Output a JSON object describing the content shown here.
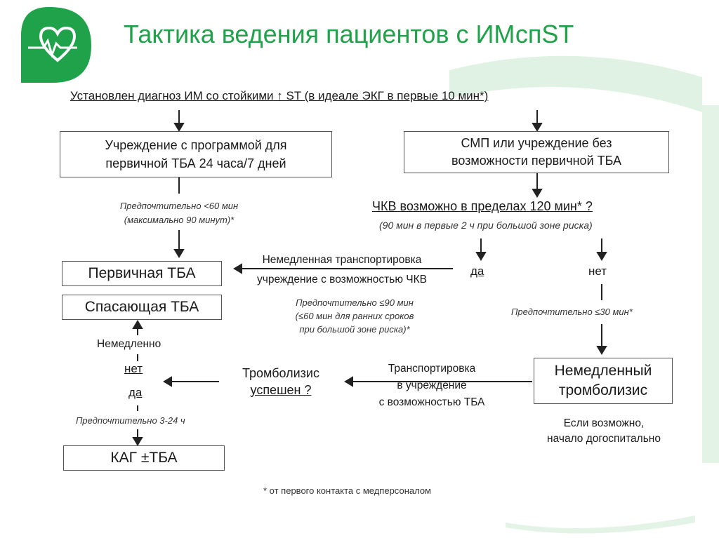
{
  "slide": {
    "title": "Тактика ведения пациентов с ИМспST",
    "logo_icon": "heart-pulse-icon",
    "accent_color": "#1fa24a"
  },
  "diagram": {
    "top_line": "Установлен диагноз ИМ со стойкими ↑ ST (в идеале ЭКГ в первые 10 мин*)",
    "box_primary_center": [
      "Учреждение с программой для",
      "первичной ТБА 24 часа/7 дней"
    ],
    "box_smp": [
      "СМП или учреждение без",
      "возможности первичной ТБА"
    ],
    "pref_60": [
      "Предпочтительно <60 мин",
      "(максимально 90 минут)*"
    ],
    "chkv_question": "ЧКВ возможно в пределах 120 мин* ?",
    "chkv_note": "(90 мин в первые 2 ч при большой зоне риска)",
    "transport_immediate": [
      "Немедленная транспортировка",
      "учреждение с возможностью ЧКВ"
    ],
    "yes1": "да",
    "no1": "нет",
    "box_primary_tba": "Первичная ТБА",
    "box_rescue_tba": "Спасающая ТБА",
    "pref_90": [
      "Предпочтительно ≤90 мин",
      "(≤60 мин для ранних сроков",
      "при большой зоне риска)*"
    ],
    "pref_30": "Предпочтительно ≤30 мин*",
    "immediately": "Немедленно",
    "no2": "нет",
    "yes2": "да",
    "thrombolysis_success": [
      "Тромболизис",
      "успешен ?"
    ],
    "transport_tba": [
      "Транспортировка",
      "в учреждение",
      "с возможностью ТБА"
    ],
    "box_immediate_thrombolysis": [
      "Немедленный",
      "тромболизис"
    ],
    "prehospital": [
      "Если возможно,",
      "начало догоспитально"
    ],
    "pref_3_24": "Предпочтительно 3-24 ч",
    "box_kag": "КАГ ±ТБА",
    "footnote": "* от первого контакта с медперсоналом"
  }
}
